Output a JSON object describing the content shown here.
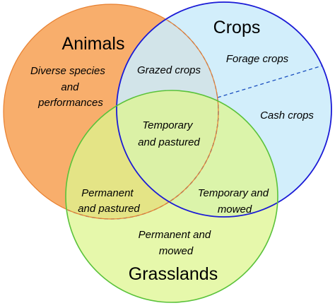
{
  "sets": {
    "animals": {
      "title": "Animals",
      "fill": "#f7a760",
      "stroke": "#e88030",
      "region_lines": [
        "Diverse species",
        "and",
        "performances"
      ]
    },
    "crops": {
      "title": "Crops",
      "fill": "#ccecfb",
      "stroke": "#1a1ad6",
      "subdivisions": [
        "Forage crops",
        "Cash crops"
      ]
    },
    "grasslands": {
      "title": "Grasslands",
      "fill": "#ddf58f",
      "stroke": "#5ac23a",
      "region_lines": [
        "Permanent and",
        "mowed"
      ]
    }
  },
  "overlaps": {
    "animals_crops": [
      "Grazed crops"
    ],
    "all_three": [
      "Temporary",
      "and pastured"
    ],
    "animals_grasslands": [
      "Permanent",
      "and pastured"
    ],
    "crops_grasslands": [
      "Temporary and",
      "mowed"
    ]
  },
  "divider_stroke": "#1a4fbf"
}
